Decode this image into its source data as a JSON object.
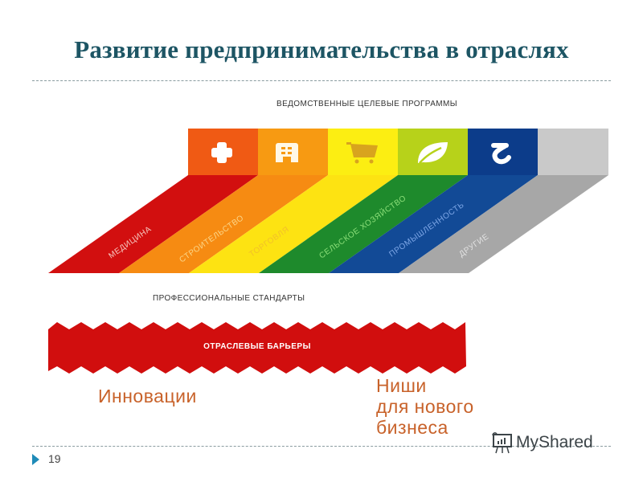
{
  "slide": {
    "title": "Развитие предпринимательства в отраслях",
    "page_number": "19",
    "watermark": "MyShared"
  },
  "diagram": {
    "programs_caption": "ВЕДОМСТВЕННЫЕ ЦЕЛЕВЫЕ ПРОГРАММЫ",
    "standards_caption": "ПРОФЕССИОНАЛЬНЫЕ СТАНДАРТЫ",
    "banner_label": "ОТРАСЛЕВЫЕ БАРЬЕРЫ",
    "innovations_label": "Инновации",
    "niches_lines": [
      "Ниши",
      "для нового",
      "бизнеса"
    ],
    "sectors": [
      {
        "label": "МЕДИЦИНА",
        "icon": "medical-cross-icon",
        "tile_color": "#f05a14",
        "band_color": "#d20f0f",
        "text_color": "#f6c9c0"
      },
      {
        "label": "СТРОИТЕЛЬСТВО",
        "icon": "building-icon",
        "tile_color": "#f79a12",
        "band_color": "#f68b12",
        "text_color": "#fbd78a"
      },
      {
        "label": "ТОРГОВЛЯ",
        "icon": "shopping-cart-icon",
        "tile_color": "#fcee12",
        "band_color": "#fde312",
        "text_color": "#f4c72a"
      },
      {
        "label": "СЕЛЬСКОЕ ХОЗЯЙСТВО",
        "icon": "leaf-icon",
        "tile_color": "#b7d21a",
        "band_color": "#1e8a2c",
        "text_color": "#8de07a"
      },
      {
        "label": "ПРОМЫШЛЕННОСТЬ",
        "icon": "industry-hook-icon",
        "tile_color": "#0c3c8a",
        "band_color": "#124a96",
        "text_color": "#7fa8e8"
      },
      {
        "label": "ДРУГИЕ",
        "icon": "",
        "tile_color": "#c9c9c9",
        "band_color": "#a7a7a7",
        "text_color": "#e2e2e2"
      }
    ],
    "banner_color": "#d10e0e",
    "accent_text_color": "#c8622a",
    "title_color": "#1d5564"
  }
}
